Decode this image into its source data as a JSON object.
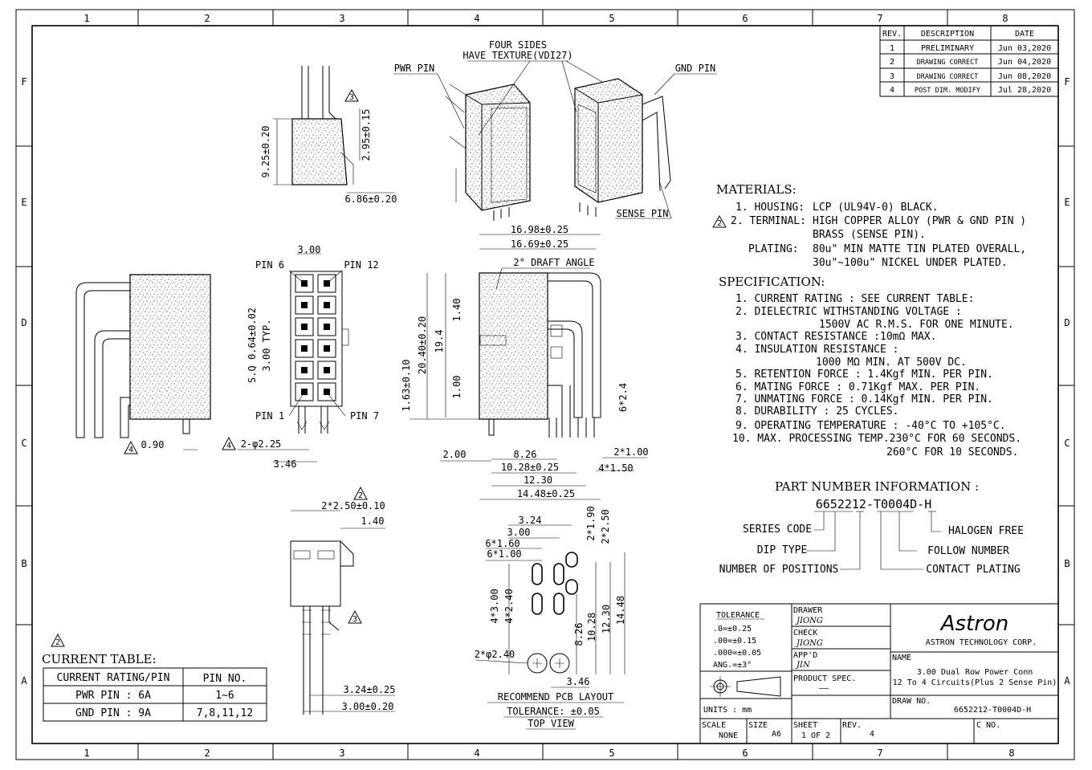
{
  "grid": {
    "cols": [
      "1",
      "2",
      "3",
      "4",
      "5",
      "6",
      "7",
      "8"
    ],
    "rows": [
      "F",
      "E",
      "D",
      "C",
      "B",
      "A"
    ]
  },
  "revisions": {
    "headers": [
      "REV.",
      "DESCRIPTION",
      "DATE"
    ],
    "rows": [
      {
        "rev": "1",
        "desc": "PRELIMINARY",
        "date": "Jun 03,2020"
      },
      {
        "rev": "2",
        "desc": "DRAWING CORRECT",
        "date": "Jun 04,2020"
      },
      {
        "rev": "3",
        "desc": "DRAWING CORRECT",
        "date": "Jun 08,2020"
      },
      {
        "rev": "4",
        "desc": "POST DIM. MODIFY",
        "date": "Jul 28,2020"
      }
    ]
  },
  "callouts": {
    "four_sides_1": "FOUR SIDES",
    "four_sides_2": "HAVE TEXTURE(VDI27)",
    "pwr_pin": "PWR PIN",
    "gnd_pin": "GND PIN",
    "sense_pin": "SENSE PIN",
    "pin6": "PIN 6",
    "pin12": "PIN 12",
    "pin1": "PIN 1",
    "pin7": "PIN 7",
    "draft": "2° DRAFT ANGLE"
  },
  "dims": {
    "d925": "9.25±0.20",
    "d295": "2.95±0.15",
    "d686": "6.86±0.20",
    "d300": "3.00",
    "dsq": "S.Q 0.64±0.02",
    "d300typ": "3.00 TYP.",
    "d1698": "16.98±0.25",
    "d1669": "16.69±0.25",
    "d2040": "20.40±0.20",
    "d194": "19.4",
    "d140v": "1.40",
    "d100v": "1.00",
    "d163": "1.63±0.10",
    "d624": "6*2.4",
    "d090": "0.90",
    "d225": "2-φ2.25",
    "d346a": "3.46",
    "d200": "2.00",
    "d826h": "8.26",
    "d1028": "10.28±0.25",
    "d1230": "12.30",
    "d1448": "14.48±0.25",
    "d2100": "2*1.00",
    "d4150": "4*1.50",
    "d2250": "2*2.50±0.10",
    "d140": "1.40",
    "d324": "3.24±0.25",
    "d300b": "3.00±0.20",
    "p324": "3.24",
    "p300": "3.00",
    "p6160": "6*1.60",
    "p6100": "6*1.00",
    "p2190": "2*1.90",
    "p2250": "2*2.50",
    "p4300": "4*3.00",
    "p4240": "4*2.40",
    "p826": "8.26",
    "p1028": "10.28",
    "p1230": "12.30",
    "p1448": "14.48",
    "p2240": "2*φ2.40",
    "p346": "3.46"
  },
  "pcb": {
    "line1": "RECOMMEND PCB LAYOUT",
    "line2": "TOLERANCE: ±0.05",
    "line3": "TOP VIEW"
  },
  "rev_marks": {
    "r2": "2",
    "r3": "3",
    "r4": "4"
  },
  "materials": {
    "title": "MATERIALS:",
    "l1a": "1. HOUSING:",
    "l1b": "LCP (UL94V-0) BLACK.",
    "l2a": "2. TERMINAL:",
    "l2b": "HIGH COPPER ALLOY  (PWR & GND PIN )",
    "l2c": "BRASS (SENSE PIN).",
    "l3a": "PLATING:",
    "l3b": "80u\" MIN MATTE TIN PLATED OVERALL,",
    "l3c": "30u\"~100u\" NICKEL UNDER PLATED."
  },
  "spec": {
    "title": "SPECIFICATION:",
    "lines": [
      "1. CURRENT RATING : SEE CURRENT TABLE:",
      "2. DIELECTRIC WITHSTANDING VOLTAGE :",
      "1500V AC R.M.S. FOR ONE MINUTE.",
      "3. CONTACT RESISTANCE :10mΩ MAX.",
      "4. INSULATION RESISTANCE :",
      "1000 MΩ   MIN. AT 500V DC.",
      "5. RETENTION FORCE : 1.4Kgf MIN. PER PIN.",
      "6. MATING FORCE : 0.71Kgf MAX. PER PIN.",
      "7. UNMATING FORCE : 0.14Kgf MIN. PER PIN.",
      "8. DURABILITY : 25 CYCLES.",
      "9. OPERATING TEMPERATURE : -40°C TO +105°C.",
      "10. MAX. PROCESSING TEMP.230°C FOR 60 SECONDS.",
      "260°C FOR 10 SECONDS."
    ]
  },
  "part_number": {
    "title": "PART NUMBER INFORMATION :",
    "number": "6652212-T0004D-H",
    "series": "SERIES CODE",
    "dip": "DIP TYPE",
    "positions": "NUMBER OF POSITIONS",
    "halogen": "HALOGEN FREE",
    "follow": "FOLLOW NUMBER",
    "plating": "CONTACT PLATING"
  },
  "current_table": {
    "title": "CURRENT TABLE:",
    "headers": [
      "CURRENT RATING/PIN",
      "PIN NO."
    ],
    "rows": [
      [
        "PWR PIN : 6A",
        "1~6"
      ],
      [
        "GND PIN : 9A",
        "7,8,11,12"
      ]
    ]
  },
  "title_block": {
    "tol_title": "TOLERANCE",
    "tol1": ".0=±0.25",
    "tol2": ".00=±0.15",
    "tol3": ".000=±0.05",
    "tol4": "ANG.=±3°",
    "units": "UNITS : mm",
    "drawer_label": "DRAWER",
    "drawer": "JIONG",
    "check_label": "CHECK",
    "check": "JIONG",
    "appd_label": "APP'D",
    "appd": "JIN",
    "product_spec": "PRODUCT SPEC.",
    "product_spec_val": "——",
    "logo": "Astron",
    "company": "ASTRON TECHNOLOGY CORP.",
    "name_label": "NAME",
    "name1": "3.00 Dual Row Power Conn",
    "name2": "12 To 4 Circuits(Plus 2 Sense Pin)",
    "drawno_label": "DRAW NO.",
    "drawno": "6652212-T0004D-H",
    "scale_label": "SCALE",
    "scale": "NONE",
    "size_label": "SIZE",
    "size": "A6",
    "sheet_label": "SHEET",
    "sheet": "1 OF 2",
    "rev_label": "REV.",
    "rev": "4",
    "cno_label": "C NO."
  }
}
